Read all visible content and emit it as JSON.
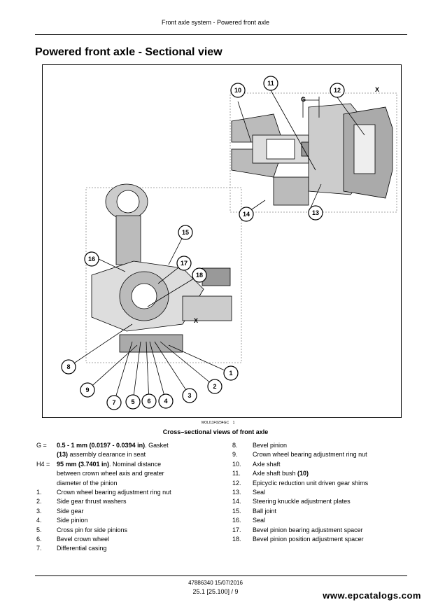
{
  "header": "Front axle system - Powered front axle",
  "title": "Powered front axle - Sectional view",
  "figure": {
    "code": "MOLI11F0234GC",
    "number": "1",
    "callouts": [
      "1",
      "2",
      "3",
      "4",
      "5",
      "6",
      "7",
      "8",
      "9",
      "10",
      "11",
      "12",
      "13",
      "14",
      "15",
      "16",
      "17",
      "18"
    ],
    "letters": [
      "G",
      "X",
      "X"
    ]
  },
  "caption": "Cross–sectional views of front axle",
  "legend_left": [
    {
      "key": "G =",
      "bold": "0.5 - 1 mm (0.0197 - 0.0394 in)",
      "text": ". Gasket",
      "line2_bold": "(13)",
      "line2": " assembly clearance in seat"
    },
    {
      "key": "H4 =",
      "bold": "95 mm (3.7401 in)",
      "text": ". Nominal distance",
      "line2": "between crown wheel axis and greater",
      "line3": "diameter of the pinion"
    },
    {
      "key": "1.",
      "text": "Crown wheel bearing adjustment ring nut"
    },
    {
      "key": "2.",
      "text": "Side gear thrust washers"
    },
    {
      "key": "3.",
      "text": "Side gear"
    },
    {
      "key": "4.",
      "text": "Side pinion"
    },
    {
      "key": "5.",
      "text": "Cross pin for side pinions"
    },
    {
      "key": "6.",
      "text": "Bevel crown wheel"
    },
    {
      "key": "7.",
      "text": "Differential casing"
    }
  ],
  "legend_right": [
    {
      "key": "8.",
      "text": "Bevel pinion"
    },
    {
      "key": "9.",
      "text": "Crown wheel bearing adjustment ring nut"
    },
    {
      "key": "10.",
      "text": "Axle shaft"
    },
    {
      "key": "11.",
      "text": "Axle shaft bush ",
      "bold": "(10)"
    },
    {
      "key": "12.",
      "text": "Epicyclic reduction unit driven gear shims"
    },
    {
      "key": "13.",
      "text": "Seal"
    },
    {
      "key": "14.",
      "text": "Steering knuckle adjustment plates"
    },
    {
      "key": "15.",
      "text": "Ball joint"
    },
    {
      "key": "16.",
      "text": "Seal"
    },
    {
      "key": "17.",
      "text": "Bevel pinion bearing adjustment spacer"
    },
    {
      "key": "18.",
      "text": "Bevel pinion position adjustment spacer"
    }
  ],
  "footer_code": "47886340 15/07/2016",
  "footer_page": "25.1 [25.100] / 9",
  "watermark": "www.epcatalogs.com"
}
